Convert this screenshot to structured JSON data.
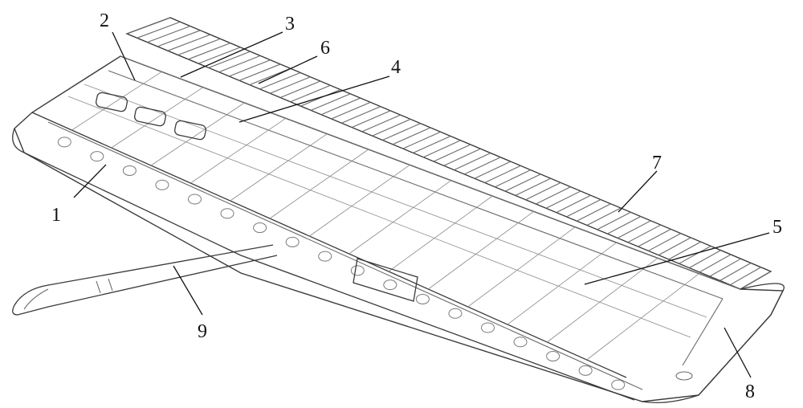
{
  "figure": {
    "labels": [
      {
        "id": "label-1",
        "text": "1"
      },
      {
        "id": "label-2",
        "text": "2"
      },
      {
        "id": "label-3",
        "text": "3"
      },
      {
        "id": "label-4",
        "text": "4"
      },
      {
        "id": "label-5",
        "text": "5"
      },
      {
        "id": "label-6",
        "text": "6"
      },
      {
        "id": "label-7",
        "text": "7"
      },
      {
        "id": "label-8",
        "text": "8"
      },
      {
        "id": "label-9",
        "text": "9"
      }
    ],
    "colors": {
      "line": "#3a3a3a",
      "background": "#ffffff",
      "text": "#111111"
    }
  }
}
